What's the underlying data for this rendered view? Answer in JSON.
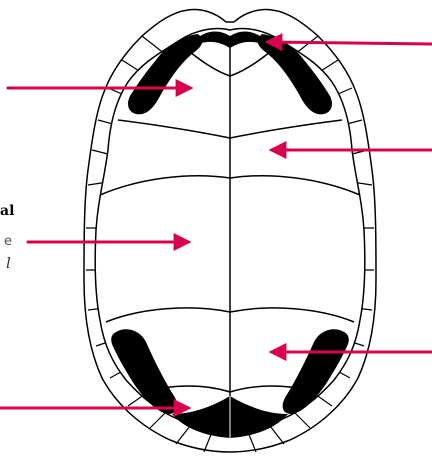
{
  "diagram": {
    "partial_labels": [
      {
        "id": "abdominal-label",
        "text": "al"
      },
      {
        "id": "scute-label",
        "text": "e"
      },
      {
        "id": "italic-label",
        "text": "l"
      }
    ],
    "colors": {
      "arrow": "#d8004d",
      "outline": "#000000",
      "fill": "#ffffff",
      "pad": "#000000"
    }
  }
}
